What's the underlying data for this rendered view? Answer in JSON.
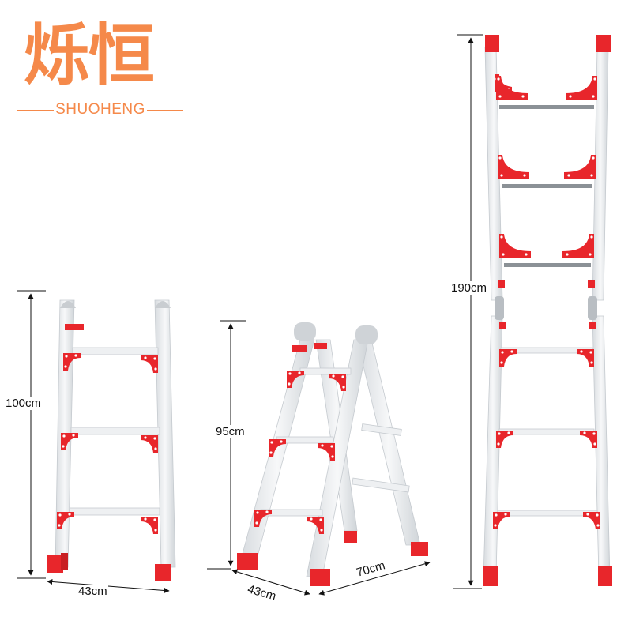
{
  "brand": {
    "name_cn": "烁恒",
    "name_en": "SHUOHENG",
    "color": "#f5894a"
  },
  "colors": {
    "accent_red": "#e8262b",
    "aluminum": "#e9ecef",
    "rung_gray": "#8b9196"
  },
  "ladders": [
    {
      "id": "folded",
      "dimensions": {
        "height": "100cm",
        "width": "43cm"
      }
    },
    {
      "id": "a-frame",
      "dimensions": {
        "height": "95cm",
        "width": "43cm",
        "depth": "70cm"
      }
    },
    {
      "id": "extended",
      "dimensions": {
        "height": "190cm"
      }
    }
  ]
}
